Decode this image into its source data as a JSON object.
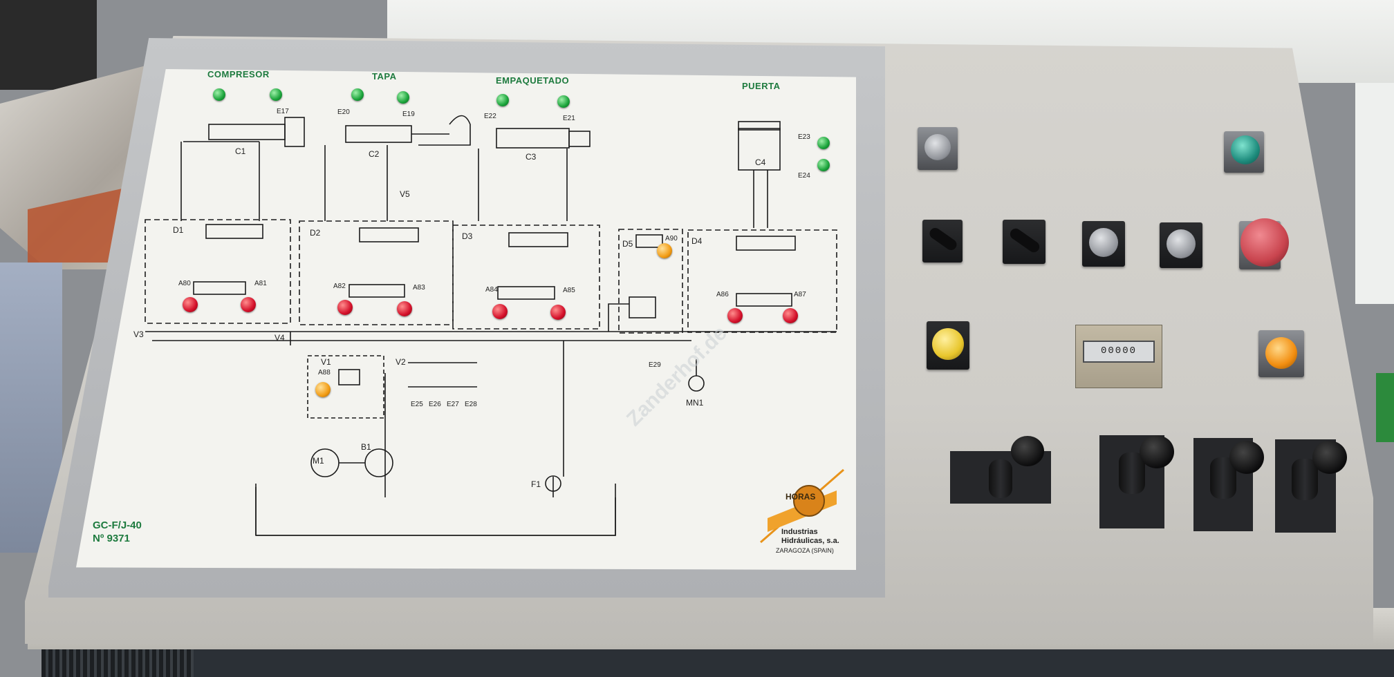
{
  "panel": {
    "sections": {
      "compressor": "COMPRESOR",
      "tapa": "TAPA",
      "empaquetado": "EMPAQUETADO",
      "puerta": "PUERTA"
    },
    "cylinders": [
      "C1",
      "C2",
      "C3",
      "C4"
    ],
    "distributors": [
      "D1",
      "D2",
      "D3",
      "D4",
      "D5"
    ],
    "valves": [
      "V1",
      "V2",
      "V3",
      "V4",
      "V5"
    ],
    "sensors_top": [
      "E17",
      "E20",
      "E19",
      "E22",
      "E21",
      "E23",
      "E24"
    ],
    "solenoids": [
      "A80",
      "A81",
      "A82",
      "A83",
      "A84",
      "A85",
      "A86",
      "A87",
      "A88",
      "A90"
    ],
    "filters_row": [
      "E25",
      "E26",
      "E27",
      "E28"
    ],
    "misc": {
      "e29": "E29",
      "manometer": "MN1",
      "motor": "M1",
      "pump": "B1",
      "filter": "F1"
    },
    "model_line1": "GC-F/J-40",
    "model_line2": "Nº 9371",
    "maker_logo": "HORAS",
    "maker_name_line1": "Industrias",
    "maker_name_line2": "Hidráulicas, s.a.",
    "maker_city": "ZARAGOZA (SPAIN)",
    "watermark": "Zanderhof.de"
  },
  "colors": {
    "label_green": "#1d7a3e",
    "lamp_green": "#1aa33a",
    "lamp_red": "#d4102a",
    "lamp_amber": "#f29c14",
    "estop_red": "#c9444e",
    "teal_button": "#1f8d7e",
    "yellow_button": "#e8c62c"
  },
  "controls": {
    "counter_digits": "00000"
  },
  "icons": {
    "selector": "rotary-selector-icon",
    "key": "key-switch-icon",
    "toggle": "toggle-switch-icon",
    "estop": "emergency-stop-icon",
    "joystick": "joystick-lever-icon"
  }
}
